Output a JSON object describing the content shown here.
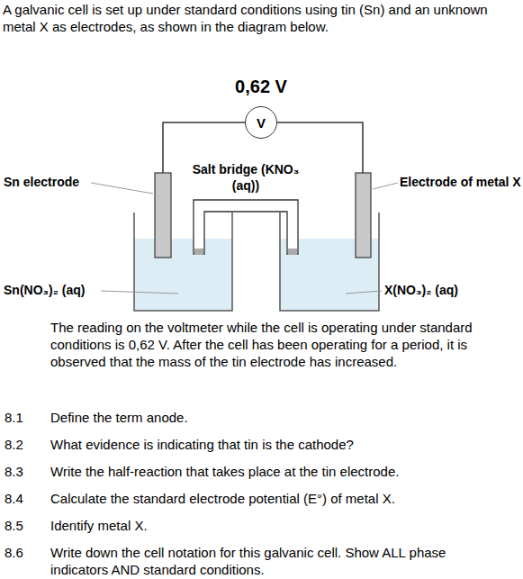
{
  "diagram": {
    "nodes": [
      {
        "text": [
          "0,62 V",
          "V"
        ]
      }
    ],
    "labels": [
      "A galvanic cell is set up under standard conditions using tin (Sn) and an unknown metal X as electrodes, as shown in the diagram below.",
      "Sn electrode",
      "Salt bridge (KNO₃ (aq))",
      "Electrode of metal X",
      "Sn(NO₃)₂ (aq)",
      "X(NO₃)₂ (aq)",
      "The reading on the voltmeter while the cell is operating under standard conditions is 0,62 V. After the cell has been operating for a period, it is observed that the mass of the tin electrode has increased.",
      "8.1",
      "Define the term anode.",
      "8.2",
      "What evidence is indicating that tin is the cathode?",
      "8.3",
      "Write the half-reaction that takes place at the tin electrode.",
      "8.4",
      "Calculate the standard electrode potential (E°) of metal X.",
      "8.5",
      "Identify metal X.",
      "8.6",
      "Write down the cell notation for this galvanic cell. Show ALL phase indicators AND standard conditions."
    ]
  }
}
